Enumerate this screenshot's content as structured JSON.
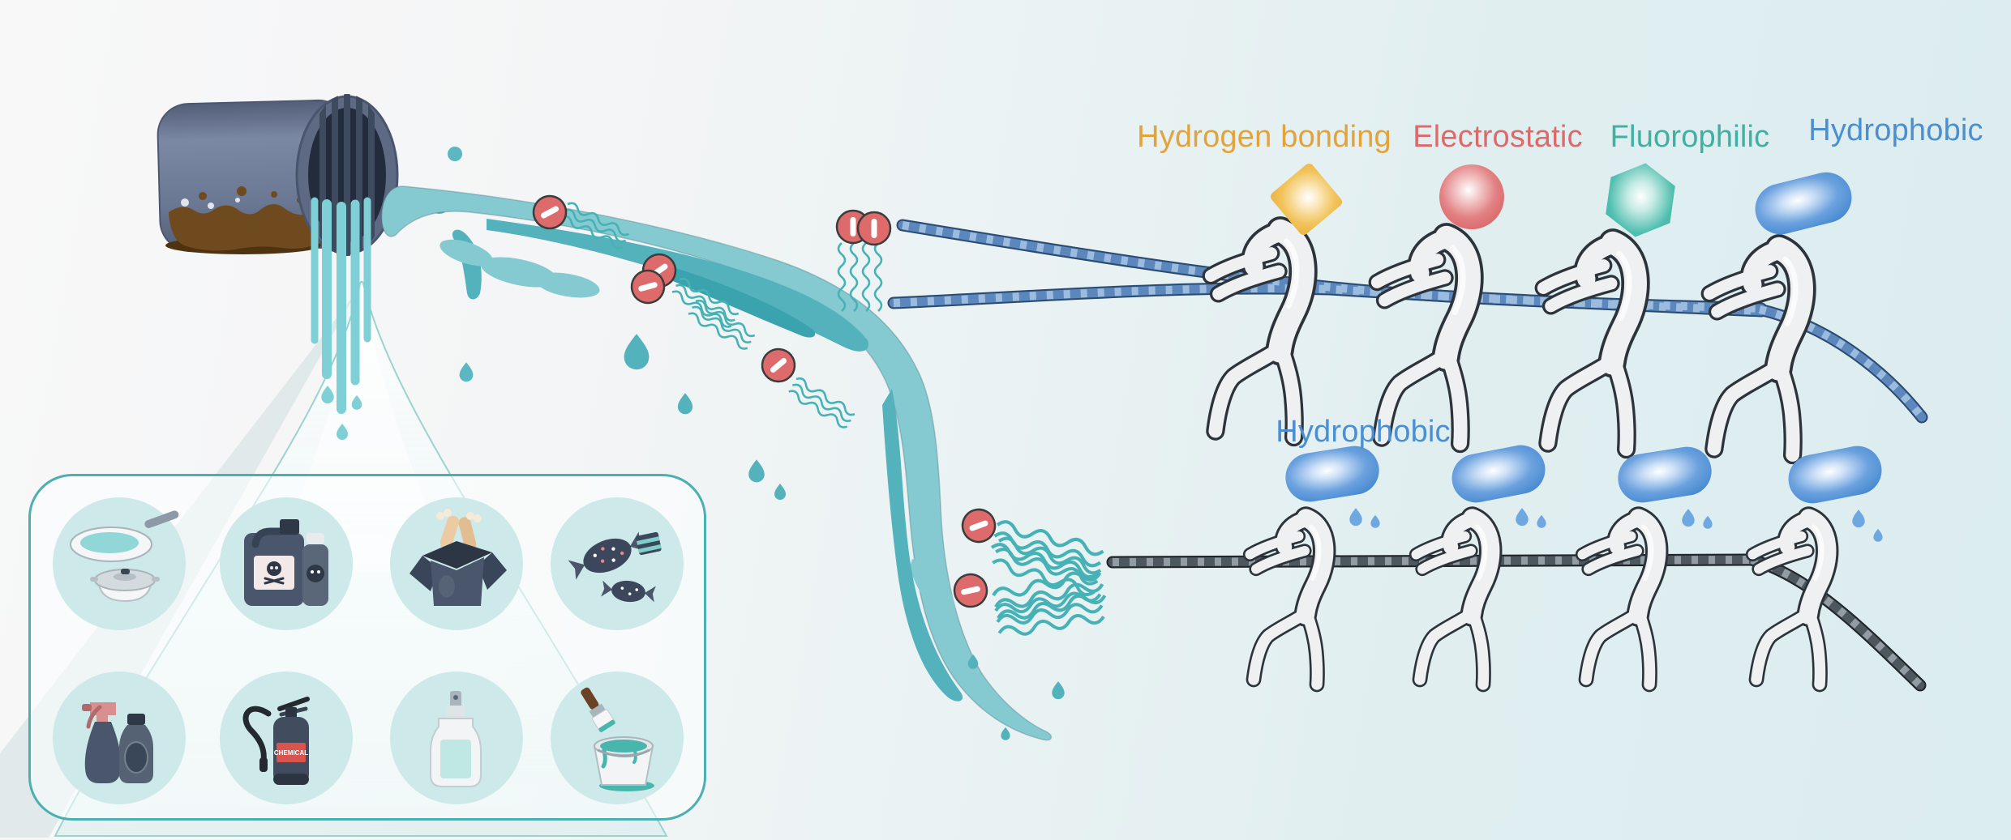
{
  "title_labels": {
    "top": [
      {
        "text": "Hydrogen bonding",
        "color": "#e2a33b",
        "shape": "diamond"
      },
      {
        "text": "Electrostatic",
        "color": "#dd6a6b",
        "shape": "sphere"
      },
      {
        "text": "Fluorophilic",
        "color": "#3fb0a1",
        "shape": "hexagon"
      },
      {
        "text": "Hydrophobic",
        "color": "#4a8fd2",
        "shape": "capsule"
      }
    ],
    "middle": {
      "text": "Hydrophobic",
      "color": "#4a8fd2",
      "shape": "capsule"
    }
  },
  "panel": {
    "border_color": "#4bb0af",
    "bubble_color": "#cde9e9",
    "items": [
      {
        "name": "frying-pan-and-pot"
      },
      {
        "name": "chemical-jug-and-spray-can"
      },
      {
        "name": "takeout-box-fried-chicken"
      },
      {
        "name": "candy-wrappers"
      },
      {
        "name": "spray-and-detergent-bottles"
      },
      {
        "name": "fire-extinguisher",
        "label": "CHEMICAL"
      },
      {
        "name": "lotion-bottle"
      },
      {
        "name": "paint-bucket-and-brush"
      }
    ]
  },
  "colors": {
    "water": "#85cad1",
    "water_dark": "#54b2bd",
    "pollutant": "#dd6b6c",
    "rope_top": "#5b87bc",
    "rope_bottom": "#4d575e",
    "pipe": "#6b7892",
    "sludge": "#6f4a1f",
    "figure": "#eef0f2"
  }
}
